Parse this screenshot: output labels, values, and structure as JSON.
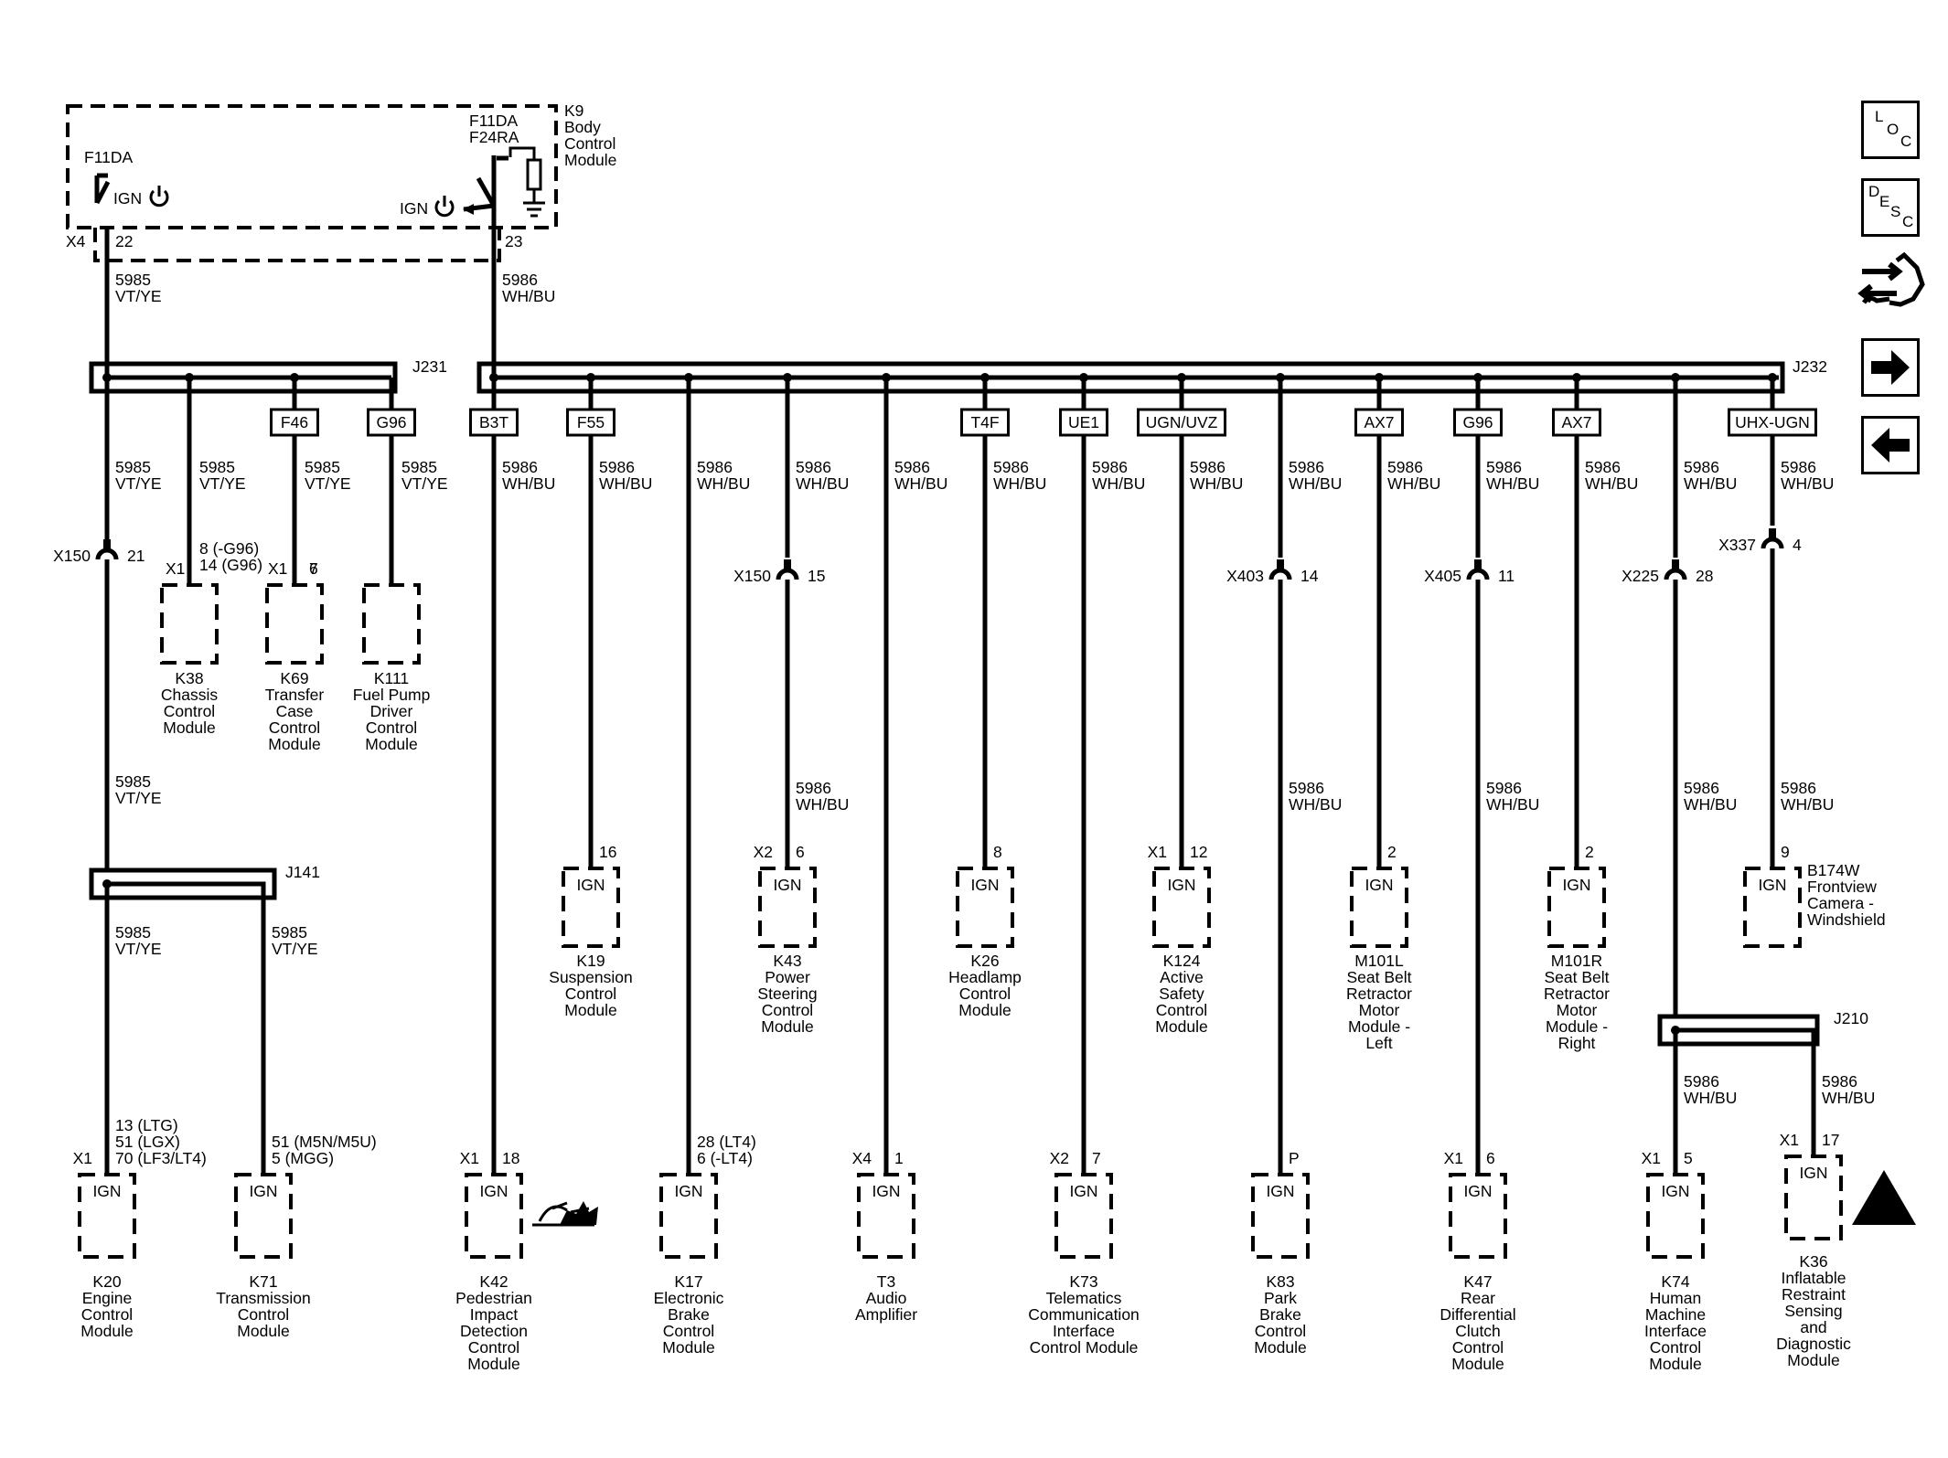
{
  "k9": {
    "ref": "K9",
    "name": [
      "Body",
      "Control",
      "Module"
    ]
  },
  "left_switch": {
    "fuse": "F11DA",
    "ign": "IGN",
    "conn": "X4",
    "pin": "22"
  },
  "right_switch": {
    "fuses": [
      "F11DA",
      "F24RA"
    ],
    "ign": "IGN",
    "pin": "23"
  },
  "wire_vt": [
    "5985",
    "VT/YE"
  ],
  "wire_wh": [
    "5986",
    "WH/BU"
  ],
  "splices": {
    "j231": "J231",
    "j232": "J232",
    "j141": "J141",
    "j210": "J210"
  },
  "tags": [
    "F46",
    "G96",
    "B3T",
    "F55",
    "T4F",
    "UE1",
    "UGN/UVZ",
    "AX7",
    "G96",
    "AX7",
    "UHX-UGN"
  ],
  "inlines": [
    {
      "conn": "X150",
      "pin": "21"
    },
    {
      "conn": "X150",
      "pin": "15"
    },
    {
      "conn": "X403",
      "pin": "14"
    },
    {
      "conn": "X405",
      "pin": "11"
    },
    {
      "conn": "X225",
      "pin": "28"
    },
    {
      "conn": "X337",
      "pin": "4"
    }
  ],
  "upper_modules": [
    {
      "conn": "X1",
      "pin": [
        "8 (-G96)",
        "14 (G96)"
      ],
      "ref": "K38",
      "name": [
        "Chassis",
        "Control",
        "Module"
      ]
    },
    {
      "conn": "X1",
      "pin": [
        "6"
      ],
      "ref": "K69",
      "name": [
        "Transfer",
        "Case",
        "Control",
        "Module"
      ]
    },
    {
      "conn": "",
      "pin": [
        "7"
      ],
      "ref": "K111",
      "name": [
        "Fuel Pump",
        "Driver",
        "Control",
        "Module"
      ]
    }
  ],
  "middle_modules": [
    {
      "conn": "",
      "pin": "16",
      "ign": "IGN",
      "ref": "K19",
      "name": [
        "Suspension",
        "Control",
        "Module"
      ]
    },
    {
      "conn": "X2",
      "pin": "6",
      "ign": "IGN",
      "ref": "K43",
      "name": [
        "Power",
        "Steering",
        "Control",
        "Module"
      ]
    },
    {
      "conn": "",
      "pin": "8",
      "ign": "IGN",
      "ref": "K26",
      "name": [
        "Headlamp",
        "Control",
        "Module"
      ]
    },
    {
      "conn": "X1",
      "pin": "12",
      "ign": "IGN",
      "ref": "K124",
      "name": [
        "Active",
        "Safety",
        "Control",
        "Module"
      ]
    },
    {
      "conn": "",
      "pin": "2",
      "ign": "IGN",
      "ref": "M101L",
      "name": [
        "Seat Belt",
        "Retractor",
        "Motor",
        "Module -",
        "Left"
      ]
    },
    {
      "conn": "",
      "pin": "2",
      "ign": "IGN",
      "ref": "M101R",
      "name": [
        "Seat Belt",
        "Retractor",
        "Motor",
        "Module -",
        "Right"
      ]
    },
    {
      "conn": "",
      "pin": "9",
      "ign": "IGN",
      "ref": "B174W",
      "name": [
        "Frontview",
        "Camera -",
        "Windshield"
      ]
    }
  ],
  "bottom_modules": [
    {
      "conn": "X1",
      "pin": [
        "13 (LTG)",
        "51 (LGX)",
        "70 (LF3/LT4)"
      ],
      "ign": "IGN",
      "ref": "K20",
      "name": [
        "Engine",
        "Control",
        "Module"
      ]
    },
    {
      "conn": "",
      "pin": [
        "51 (M5N/M5U)",
        "5 (MGG)"
      ],
      "ign": "IGN",
      "ref": "K71",
      "name": [
        "Transmission",
        "Control",
        "Module"
      ]
    },
    {
      "conn": "X1",
      "pin": [
        "18"
      ],
      "ign": "IGN",
      "ref": "K42",
      "name": [
        "Pedestrian",
        "Impact",
        "Detection",
        "Control",
        "Module"
      ]
    },
    {
      "conn": "",
      "pin": [
        "28 (LT4)",
        "6 (-LT4)"
      ],
      "ign": "IGN",
      "ref": "K17",
      "name": [
        "Electronic",
        "Brake",
        "Control",
        "Module"
      ]
    },
    {
      "conn": "X4",
      "pin": [
        "1"
      ],
      "ign": "IGN",
      "ref": "T3",
      "name": [
        "Audio",
        "Amplifier"
      ]
    },
    {
      "conn": "X2",
      "pin": [
        "7"
      ],
      "ign": "IGN",
      "ref": "K73",
      "name": [
        "Telematics",
        "Communication",
        "Interface",
        "Control Module"
      ]
    },
    {
      "conn": "",
      "pin": [
        "P"
      ],
      "ign": "IGN",
      "ref": "K83",
      "name": [
        "Park",
        "Brake",
        "Control",
        "Module"
      ]
    },
    {
      "conn": "X1",
      "pin": [
        "6"
      ],
      "ign": "IGN",
      "ref": "K47",
      "name": [
        "Rear",
        "Differential",
        "Clutch",
        "Control",
        "Module"
      ]
    },
    {
      "conn": "X1",
      "pin": [
        "5"
      ],
      "ign": "IGN",
      "ref": "K74",
      "name": [
        "Human",
        "Machine",
        "Interface",
        "Control",
        "Module"
      ]
    },
    {
      "conn": "X1",
      "pin": [
        "17"
      ],
      "ign": "IGN",
      "ref": "K36",
      "name": [
        "Inflatable",
        "Restraint",
        "Sensing",
        "and",
        "Diagnostic",
        "Module"
      ]
    }
  ],
  "nav": {
    "loc": [
      "L",
      "O",
      "C"
    ],
    "desc": [
      "D",
      "E",
      "S",
      "C"
    ],
    "icons": [
      "component-locator-icon",
      "next-page-arrow-icon",
      "previous-page-arrow-icon"
    ]
  }
}
